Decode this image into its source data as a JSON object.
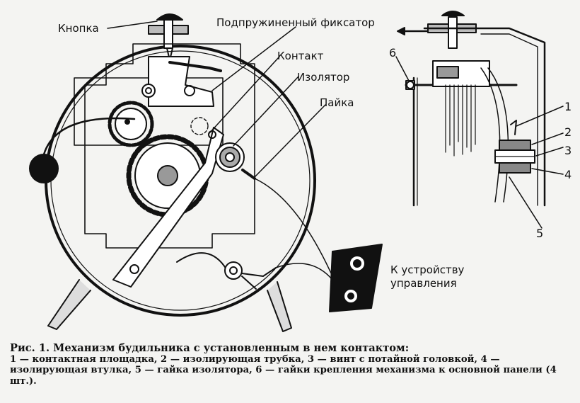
{
  "labels": {
    "button": "Кнопка",
    "spring_latch": "Подпружиненный фиксатор",
    "contact": "Контакт",
    "insulator": "Изолятор",
    "solder": "Пайка",
    "to_control": [
      "К устройству",
      "управления"
    ]
  },
  "callouts": [
    "1",
    "2",
    "3",
    "4",
    "5",
    "6"
  ],
  "caption": {
    "title": "Рис. 1. Механизм будильника с установленным в нем контактом:",
    "body": "1 — контактная площадка, 2 — изолирующая трубка, 3 — винт с потайной головкой, 4 — изолирующая втулка, 5 — гайка изолятора, 6 — гайки крепления механизма к основной панели (4 шт.)."
  }
}
